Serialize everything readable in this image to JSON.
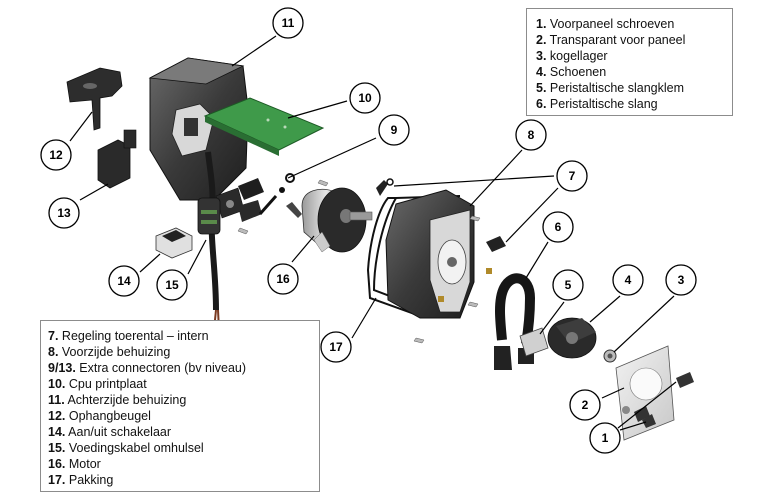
{
  "legend_top": [
    {
      "num": "1.",
      "text": "Voorpaneel schroeven"
    },
    {
      "num": "2.",
      "text": "Transparant voor paneel"
    },
    {
      "num": "3.",
      "text": "kogellager"
    },
    {
      "num": "4.",
      "text": "Schoenen"
    },
    {
      "num": "5.",
      "text": "Peristaltische slangklem"
    },
    {
      "num": "6.",
      "text": "Peristaltische slang"
    }
  ],
  "legend_bottom": [
    {
      "num": "7.",
      "text": "Regeling toerental – intern"
    },
    {
      "num": "8.",
      "text": "Voorzijde behuizing"
    },
    {
      "num": "9/13.",
      "text": "Extra connectoren (bv niveau)"
    },
    {
      "num": "10.",
      "text": "Cpu printplaat"
    },
    {
      "num": "11.",
      "text": "Achterzijde behuizing"
    },
    {
      "num": "12.",
      "text": "Ophangbeugel"
    },
    {
      "num": "14.",
      "text": "Aan/uit schakelaar"
    },
    {
      "num": "15.",
      "text": "Voedingskabel omhulsel"
    },
    {
      "num": "16.",
      "text": "Motor"
    },
    {
      "num": "17.",
      "text": "Pakking"
    }
  ],
  "callouts": [
    "11",
    "10",
    "9",
    "12",
    "13",
    "14",
    "15",
    "16",
    "8",
    "7",
    "6",
    "4",
    "3",
    "5",
    "17",
    "2",
    "1"
  ],
  "colors": {
    "pcb": "#3f9a4a",
    "housing": "#3a3a3a",
    "line": "#000000"
  }
}
